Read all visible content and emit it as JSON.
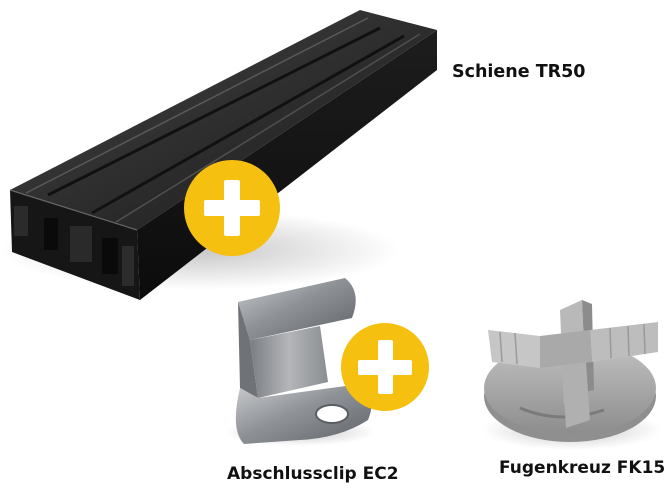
{
  "products": [
    {
      "name": "Schiene TR50",
      "icon": "aluminum-rail-profile-image"
    },
    {
      "name": "Abschlussclip EC2",
      "icon": "end-clip-image"
    },
    {
      "name": "Fugenkreuz FK15",
      "icon": "joint-cross-spacer-image"
    }
  ],
  "connector_icon": "plus-icon",
  "colors": {
    "plus_badge": "#f5c010",
    "plus_sign": "#ffffff",
    "rail": "#1c1c1c",
    "clip": "#8e9196",
    "cross": "#a6a6a6",
    "label_text": "#111111"
  }
}
